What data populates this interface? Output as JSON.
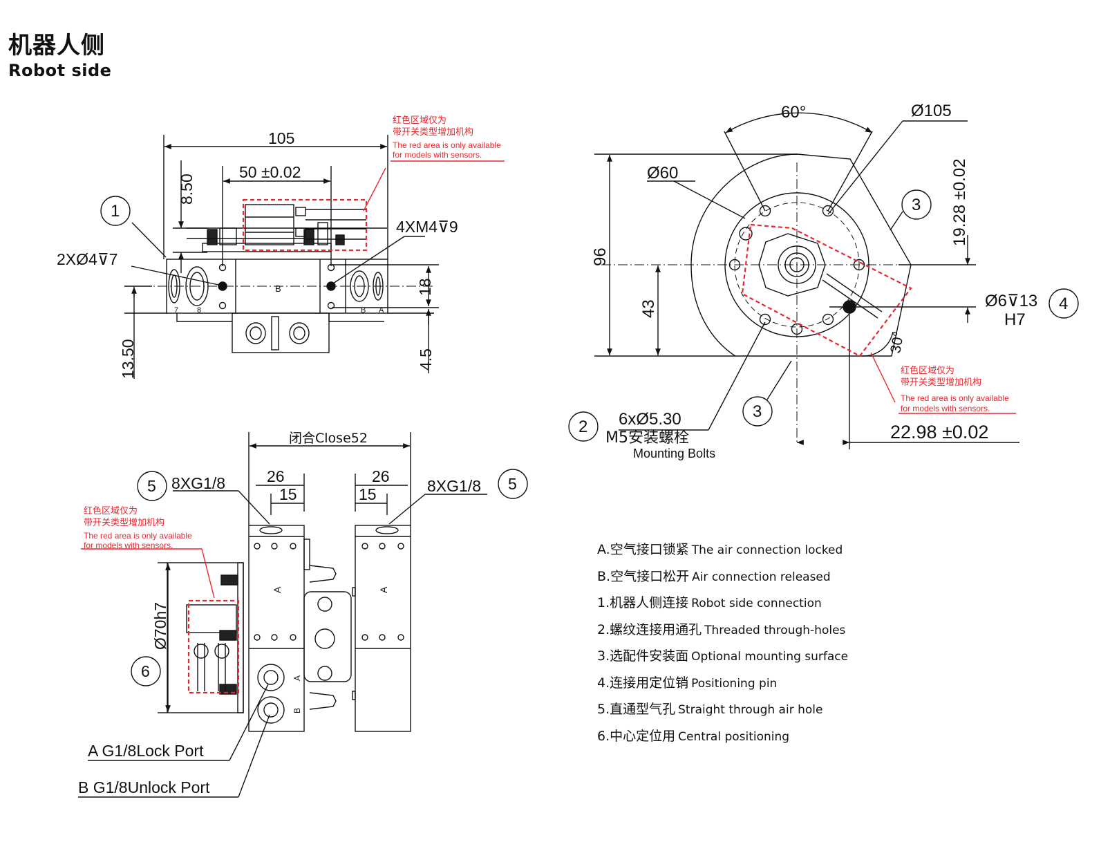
{
  "title": {
    "cn": "机器人侧",
    "en": "Robot side"
  },
  "red_note": {
    "cn1": "红色区域仅为",
    "cn2": "带开关类型增加机构",
    "en1": "The red area is only available",
    "en2": "for models with sensors."
  },
  "front_view": {
    "dim_width": "105",
    "dim_center": "50 ±0.02",
    "dim_top": "8.50",
    "dim_right_18": "18",
    "dim_right_45": "4.5",
    "dim_left_1350": "13.50",
    "callout_1": "1",
    "hole_left": "2XØ4⊽7",
    "hole_right": "4XM4⊽9",
    "marks": {
      "B": "B",
      "n7": "7",
      "n8": "8",
      "A": "A"
    }
  },
  "top_view": {
    "angle_60": "60°",
    "dia_105": "Ø105",
    "dia_60": "Ø60",
    "dim_96": "96",
    "dim_43": "43",
    "dim_1928": "19.28 ±0.02",
    "pin_spec": "Ø6⊽13",
    "pin_fit": "H7",
    "angle_30": "30°",
    "dim_2298": "22.98 ±0.02",
    "callout_2": "2",
    "callout_3": "3",
    "callout_4": "4",
    "bolt_spec": "6xØ5.30",
    "bolt_cn": "M5安装螺栓",
    "bolt_en": "Mounting Bolts"
  },
  "side_view": {
    "close_dim": "闭合Close52",
    "dim_26": "26",
    "dim_15": "15",
    "port_spec": "8XG1/8",
    "callout_5": "5",
    "callout_6": "6",
    "dia_70": "Ø70h7",
    "mark_A": "A",
    "mark_B": "B",
    "port_a": "A G1/8Lock Port",
    "port_b": "B G1/8Unlock Port"
  },
  "legend": [
    {
      "cn": "A.空气接口锁紧",
      "en": "The air connection locked"
    },
    {
      "cn": "B.空气接口松开",
      "en": "Air connection released"
    },
    {
      "cn": "1.机器人侧连接",
      "en": "Robot side connection"
    },
    {
      "cn": "2.螺纹连接用通孔",
      "en": "Threaded through-holes"
    },
    {
      "cn": "3.选配件安装面",
      "en": "Optional mounting surface"
    },
    {
      "cn": "4.连接用定位销",
      "en": "Positioning pin"
    },
    {
      "cn": "5.直通型气孔",
      "en": "Straight through air hole"
    },
    {
      "cn": "6.中心定位用",
      "en": "Central positioning"
    }
  ],
  "colors": {
    "line": "#111111",
    "red": "#e8262d"
  }
}
